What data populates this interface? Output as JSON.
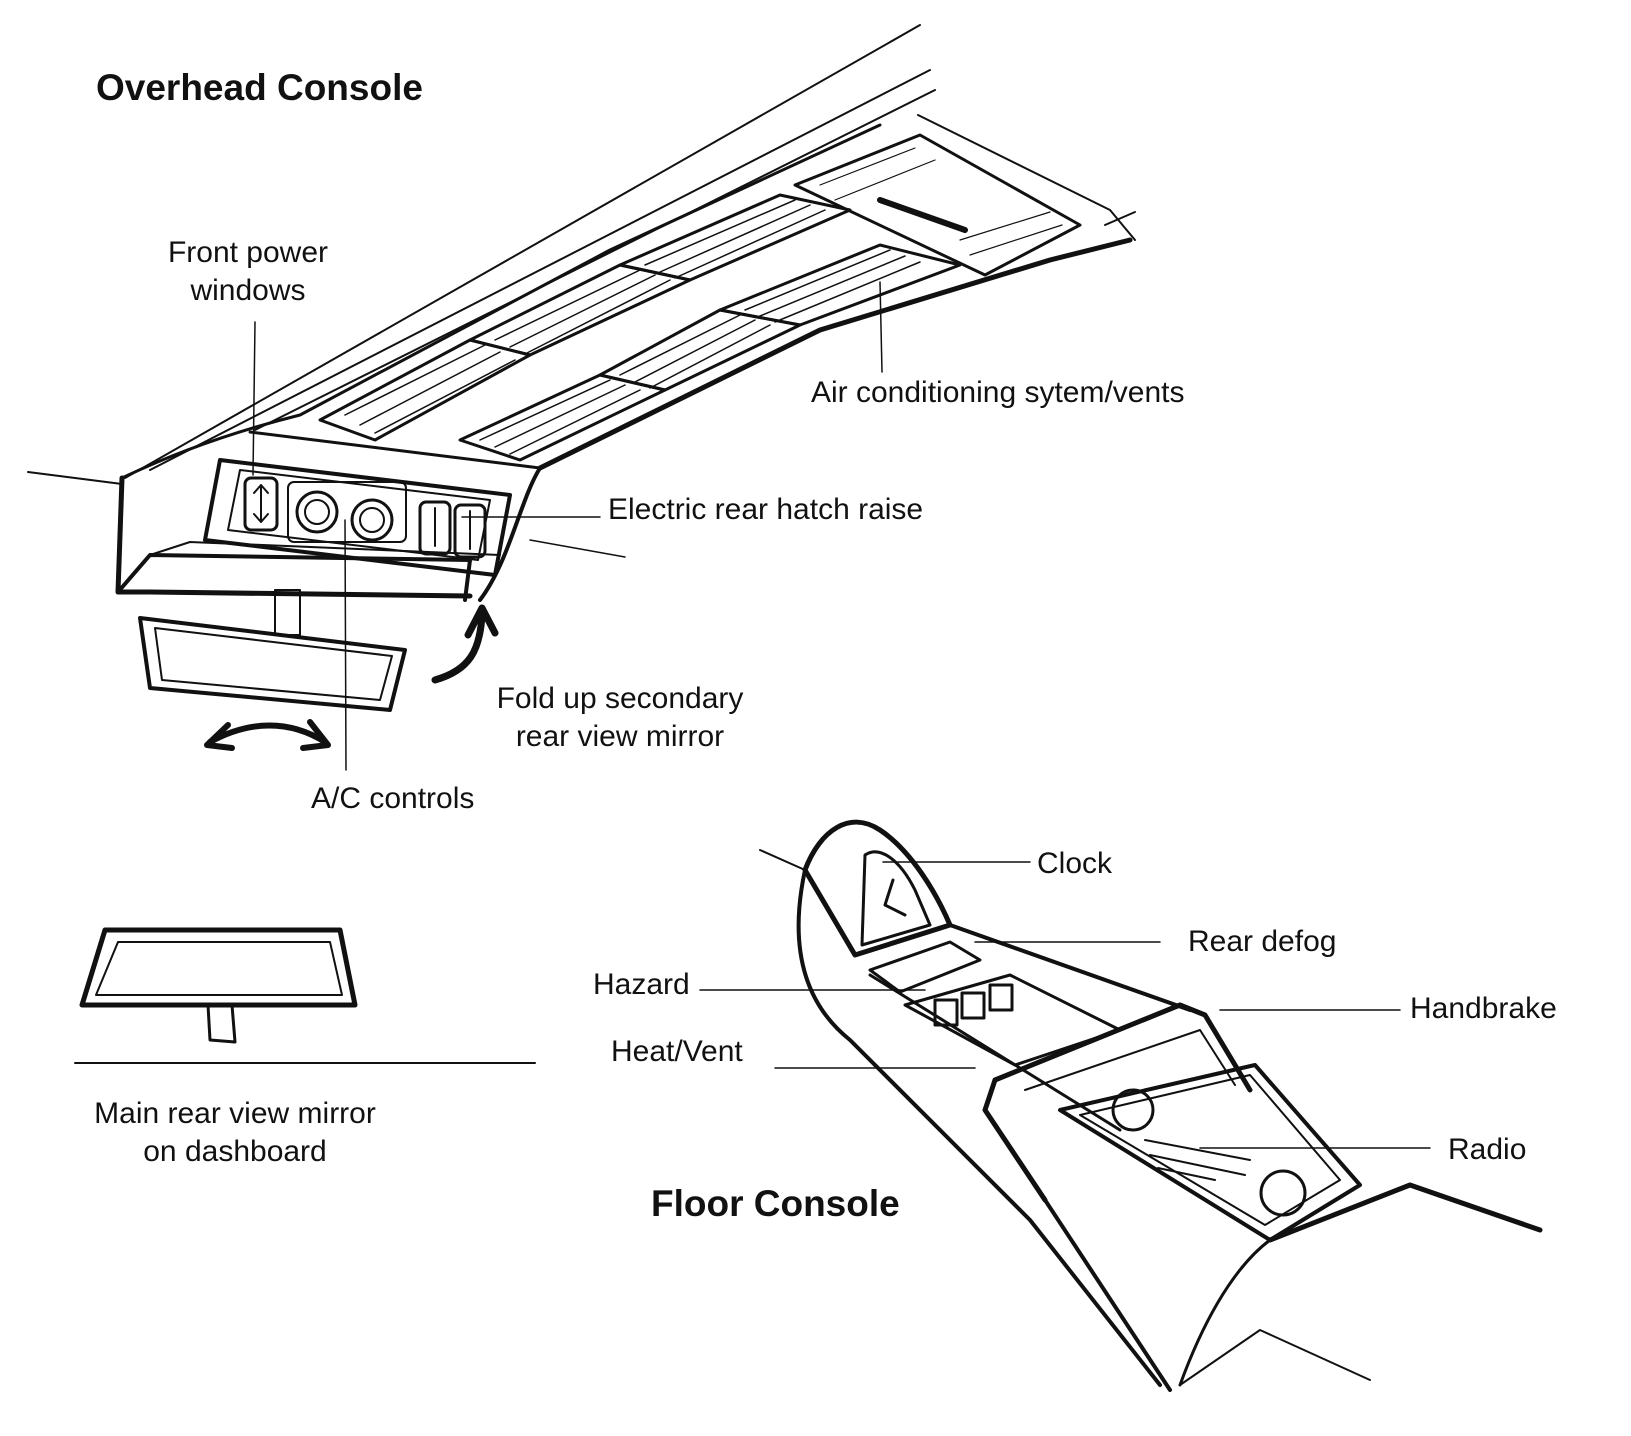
{
  "overhead": {
    "title": "Overhead Console",
    "labels": {
      "front_power_windows": [
        "Front power",
        "windows"
      ],
      "air_conditioning": "Air conditioning sytem/vents",
      "electric_rear_hatch": "Electric rear hatch raise",
      "fold_up_mirror": [
        "Fold up secondary",
        "rear view mirror"
      ],
      "ac_controls": "A/C controls"
    }
  },
  "main_mirror": {
    "label": [
      "Main rear view mirror",
      "on dashboard"
    ]
  },
  "floor": {
    "title": "Floor Console",
    "labels": {
      "clock": "Clock",
      "rear_defog": "Rear defog",
      "hazard": "Hazard",
      "handbrake": "Handbrake",
      "heat_vent": "Heat/Vent",
      "radio": "Radio"
    }
  },
  "colors": {
    "ink": "#111111",
    "paper": "#ffffff"
  }
}
